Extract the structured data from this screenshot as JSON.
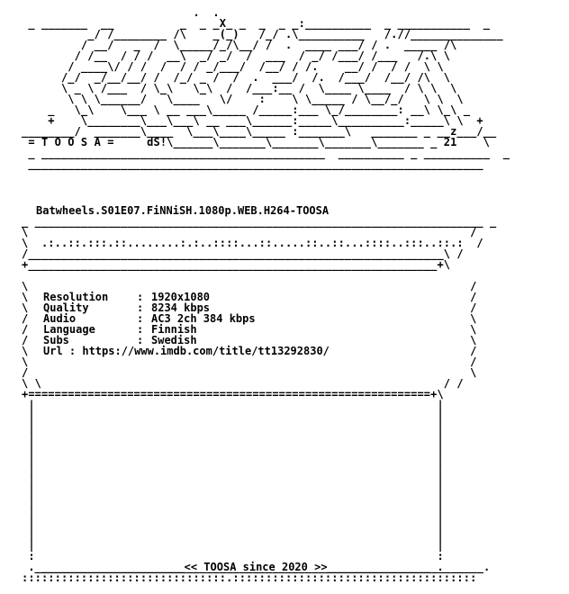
{
  "nfo": {
    "logo_art": "                          .  .\n _ _______  __          _  _ _X_ _  _  _ _:__________  _ ___________  _\n          _/ /________ /\\    _(_)   /_/ .\\__________   /.//______________\n         / __/   _  /  \\_____/_/\\__/ /  .  ____ ___/ / .  _____ /\\\n        / /__  / / /  __\\  _/ _/  /  ___  / _/ /___/ /___   /.\\ \\\n       / ____\\/ / /  /  / / _/___/  /__/ / /.    __/ /  / /  \\ \\\n      /_/  _/__/__/ /  /_/ _ /  /  .  ___/  /.  /___/  /__/ /\\  \\\n      \\ _ \\ /___  / \\_\\   \\_\\  /  /___:__ /  \\____ \\____  / \\ \\  \\\n       \\ \\ \\______/   \\____   \\/    :    \\ \\_____ / \\__/_/   \\ \\  \\\n    _   \\_\\    \\___ \\ __ ___\\_____ /_____:___ \\_/________: __\\ \\_\\ _\n    +    \\________\\___\\___\\ __ ___\\______:_____\\__________:_____\\ \\  +\n________/  _______\\____  \\___\\____\\_____ :_______\\   _______ _ __z___/__\n = T O O S A =     dS!\\______\\_______\\_______\\_______\\_______ _ 21    \\\n _ ___________________________________________  __________ _ __________  _\n _____________________________________________________________________",
    "release_title": "Batwheels.S01E07.FiNNiSH.1080p.WEB.H264-TOOSA",
    "upper_box": "_ ____________________________________________________________________ _\n\\                                                                   /\n\\  .:..::.:::.::........:.:..::::...::.....::..::...::::..:::..::.:  /\n/_______________________________________________________________\\ /\n+______________________________________________________________+\\\n\n\\                                                                   /\n\\                                                                   /\n\\                                                                   /\n/                                                                   \\\n/                                                                   \\\n/                                                                   \\\n\\                                                                   /\n\\                                                                   /\n/                                                                   \\",
    "info_rows": [
      {
        "key": "Resolution",
        "sep": ":",
        "value": "1920x1080"
      },
      {
        "key": "Quality",
        "sep": ":",
        "value": "8234 kbps"
      },
      {
        "key": "Audio",
        "sep": ":",
        "value": "AC3 2ch 384 kbps"
      },
      {
        "key": "Language",
        "sep": ":",
        "value": "Finnish"
      },
      {
        "key": "Subs",
        "sep": ":",
        "value": "Swedish"
      }
    ],
    "url_label": "Url :",
    "url_value": "https://www.imdb.com/title/tt13292830/",
    "lower_box": "\\ \\                                                             / /\n+=============================================================+\\\n |                                                             |\n |                                                             |\n |                                                             |\n |                                                             |\n |                                                             |\n |                                                             |\n |                                                             |\n |                                                             |\n |                                                             |\n |                                                             |\n |                                                             |\n |                                                             |\n |                                                             |\n |                                                             |\n :                                                             :\n . ___________________________________________________________ .",
    "footer": " ._______________________<< TOOSA since 2020 >>________________________.",
    "bottom_dots": ":::::::::::::::::::::::::::::::.:::::::::::::::::::::::::::::::::::::"
  }
}
